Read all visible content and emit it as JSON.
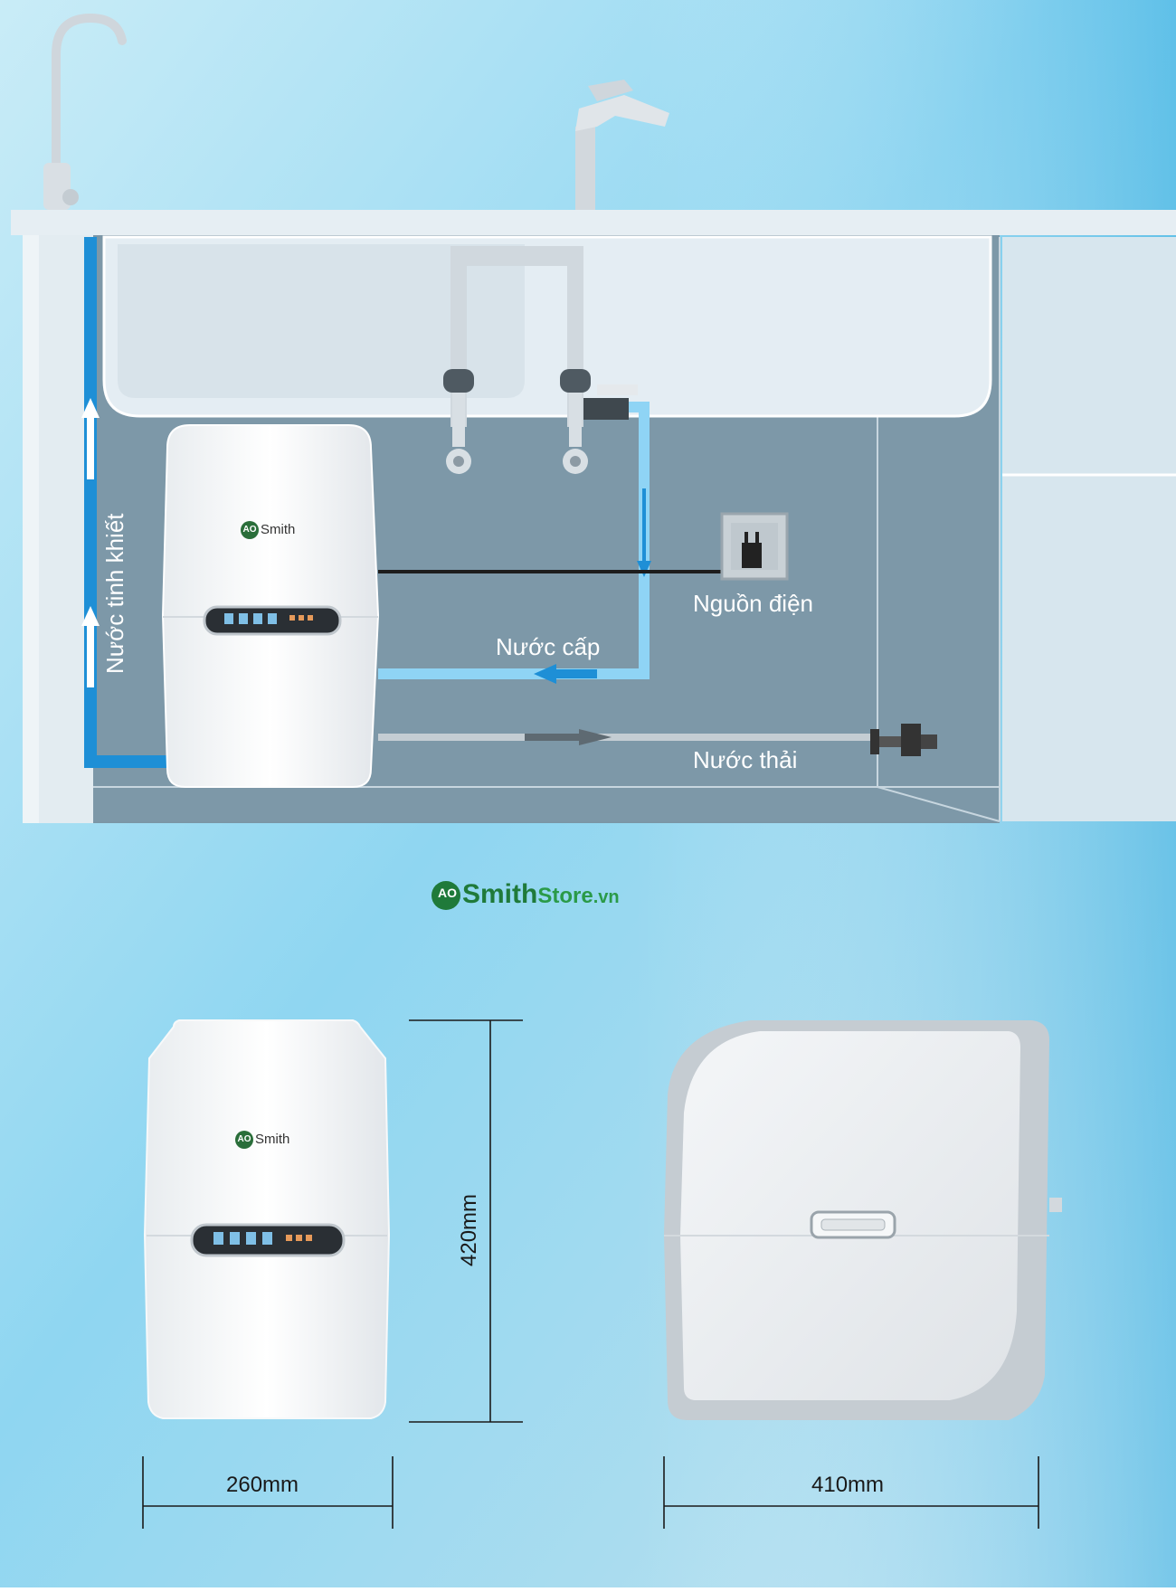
{
  "install_diagram": {
    "label_pure_water": "Nước tinh khiết",
    "label_power": "Nguồn điện",
    "label_supply_water": "Nước cấp",
    "label_waste_water": "Nước thải"
  },
  "unit_logo": {
    "mark": "AO",
    "text": "Smith"
  },
  "store_logo": {
    "ao": "AO",
    "smith": "Smith",
    "store": "Store",
    "tld": ".vn"
  },
  "dimensions": {
    "height": "420mm",
    "width": "260mm",
    "depth": "410mm"
  },
  "colors": {
    "sky_top": "#bfe6f5",
    "sky_mid": "#7fd0ee",
    "cabinet_bg": "#7a93a3",
    "pipe_blue": "#1e8fd6",
    "pipe_light_blue": "#8fd4f5",
    "brand_green": "#1f7a3a"
  }
}
